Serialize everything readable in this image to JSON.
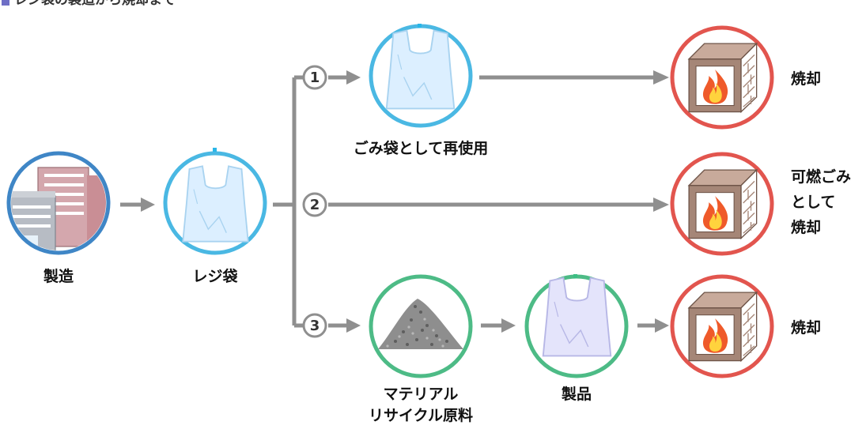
{
  "title": "レジ袋の製造から焼却まで",
  "colors": {
    "arrow": "#8f8f8f",
    "ring_blue": "#3f86c6",
    "ring_cyan": "#4ab8e3",
    "ring_green": "#4dbb86",
    "ring_red": "#e2554e",
    "bag": "#dcefff",
    "bag_edge": "#a9d3f0",
    "bag_purple": "#e4e4fb",
    "box": "#a58677",
    "flame": "#ef5a2a",
    "flame_inner": "#ffd33d"
  },
  "nodes": {
    "manufacture": {
      "label": "製造",
      "icon": "factory-buildings-icon"
    },
    "shopping_bag": {
      "label": "レジ袋",
      "icon": "plastic-bag-icon"
    },
    "reuse_bag": {
      "label": "ごみ袋として再使用",
      "icon": "plastic-bag-icon"
    },
    "recycle_material": {
      "label_lines": [
        "マテリアル",
        "リサイクル原料"
      ],
      "icon": "pellet-pile-icon"
    },
    "product": {
      "label": "製品",
      "icon": "plastic-bag-icon"
    },
    "incinerate_1": {
      "label": "焼却",
      "icon": "incinerator-fire-icon"
    },
    "incinerate_2": {
      "label_lines": [
        "可燃ごみ",
        "として",
        "焼却"
      ],
      "icon": "incinerator-fire-icon"
    },
    "incinerate_3": {
      "label": "焼却",
      "icon": "incinerator-fire-icon"
    }
  },
  "routes": [
    {
      "number": "1"
    },
    {
      "number": "2"
    },
    {
      "number": "3"
    }
  ]
}
